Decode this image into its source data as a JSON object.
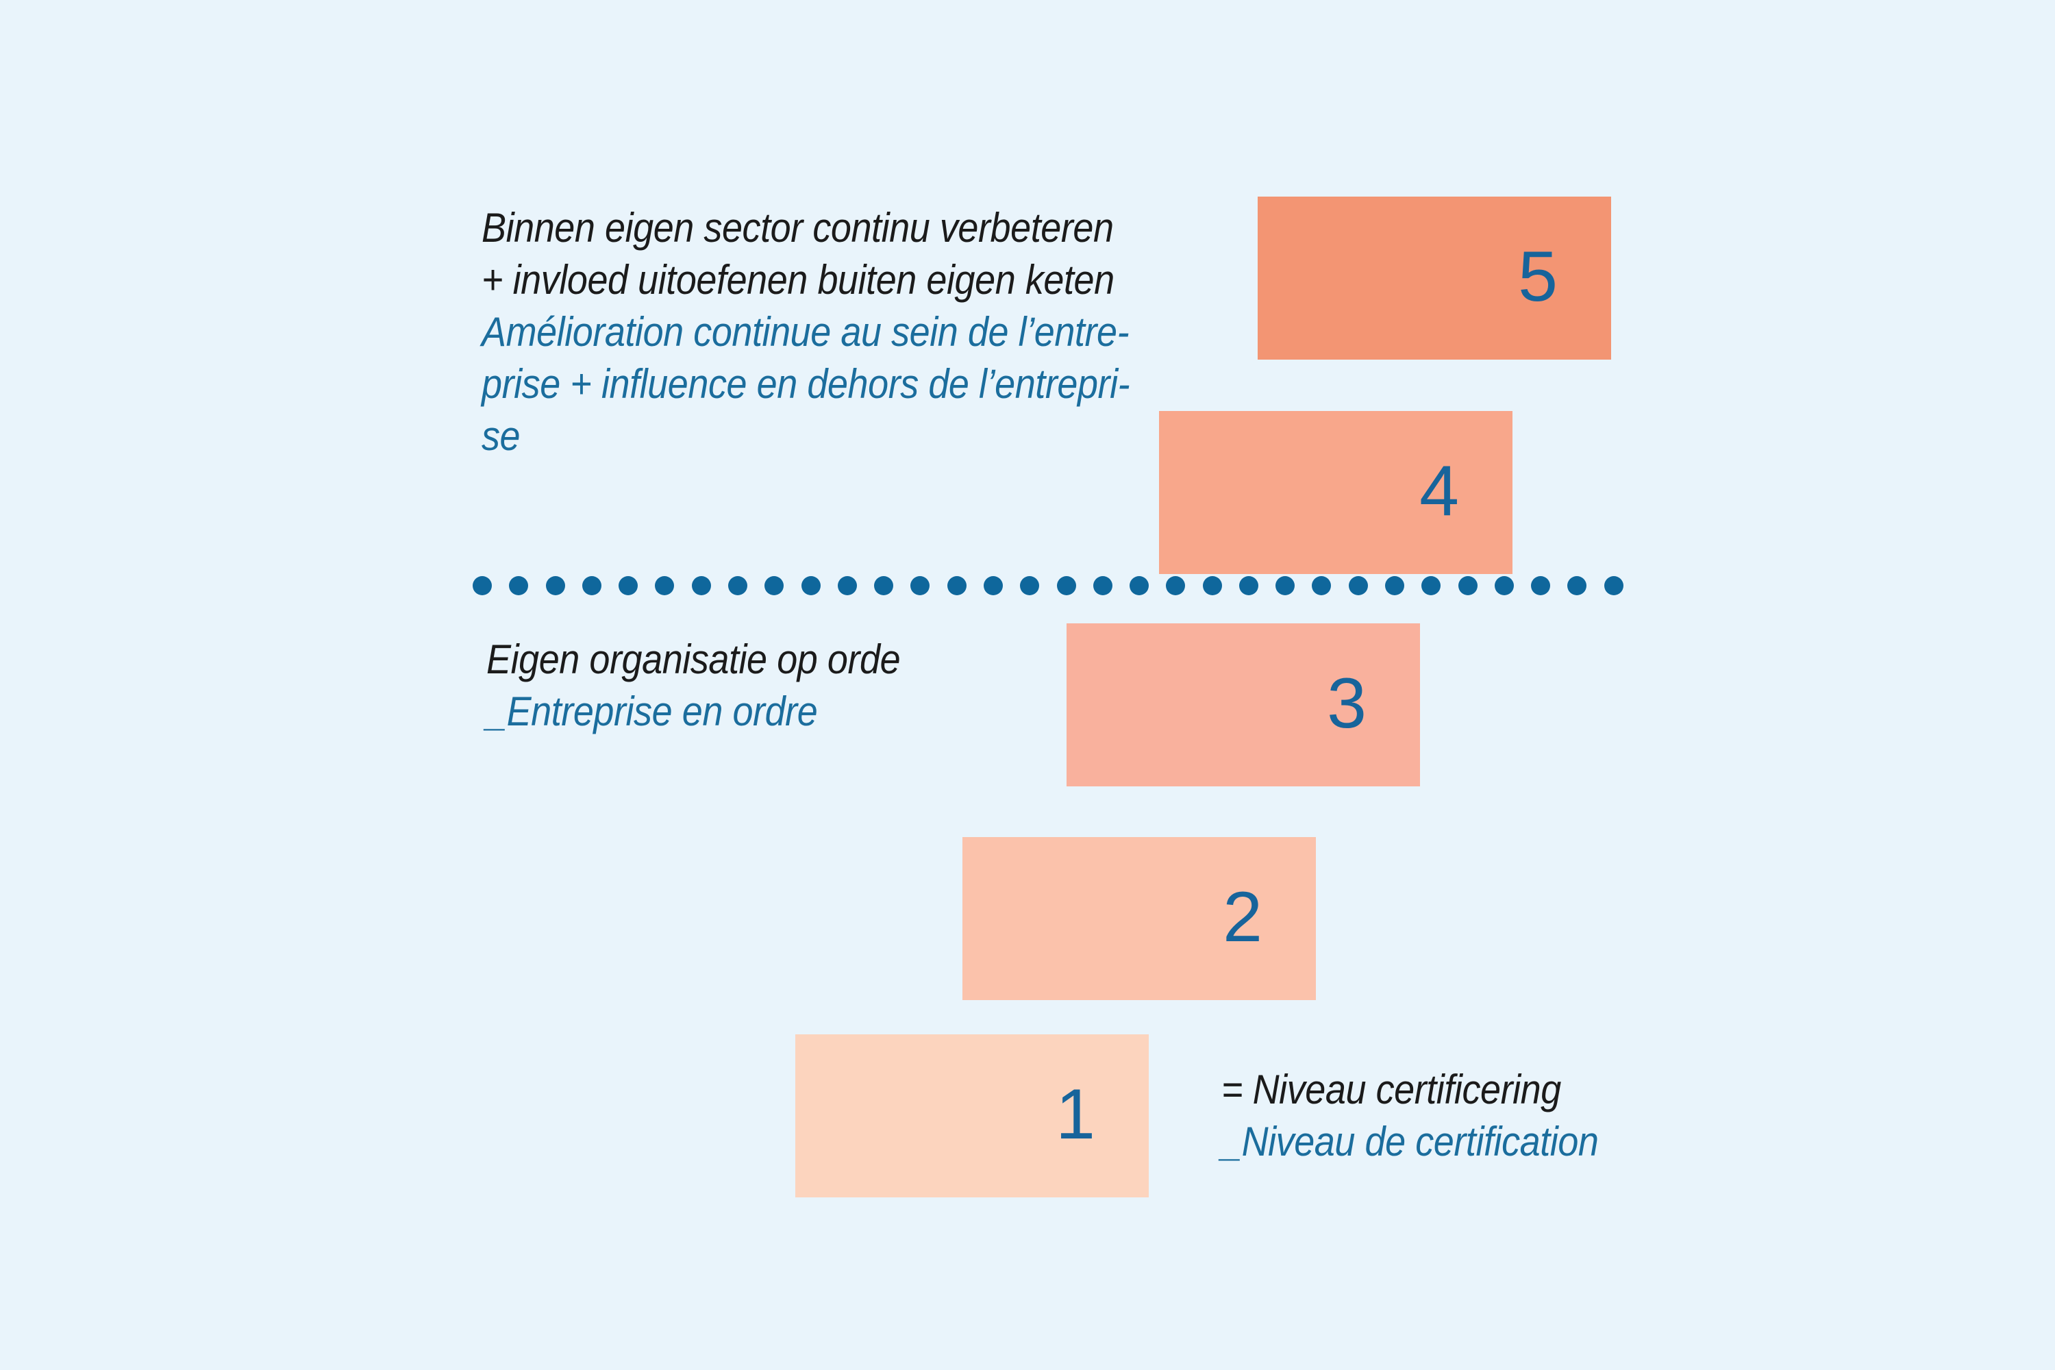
{
  "colors": {
    "background": "#e9f4fb",
    "dutch_text": "#1b1b1b",
    "french_text": "#1b6d9d",
    "level_number": "#17649b",
    "divider_dot": "#0f679c"
  },
  "levels": [
    {
      "number": "5",
      "color": "#f39573"
    },
    {
      "number": "4",
      "color": "#f8a78b"
    },
    {
      "number": "3",
      "color": "#f9b19d"
    },
    {
      "number": "2",
      "color": "#fbc2ab"
    },
    {
      "number": "1",
      "color": "#fcd4be"
    }
  ],
  "upper_label": {
    "nl_line1": "Binnen eigen sector continu verbeteren",
    "nl_line2": "+ invloed uitoefenen buiten eigen keten",
    "fr_line1": "Amélioration continue au sein de l’entre-",
    "fr_line2": "prise + influence en dehors de l’entrepri-",
    "fr_line3": "se"
  },
  "middle_label": {
    "nl": "Eigen organisatie op orde",
    "fr": "_Entreprise en ordre"
  },
  "legend": {
    "nl": "= Niveau certificering",
    "fr": "_Niveau de certification"
  },
  "divider": {
    "dot_count": 32
  }
}
